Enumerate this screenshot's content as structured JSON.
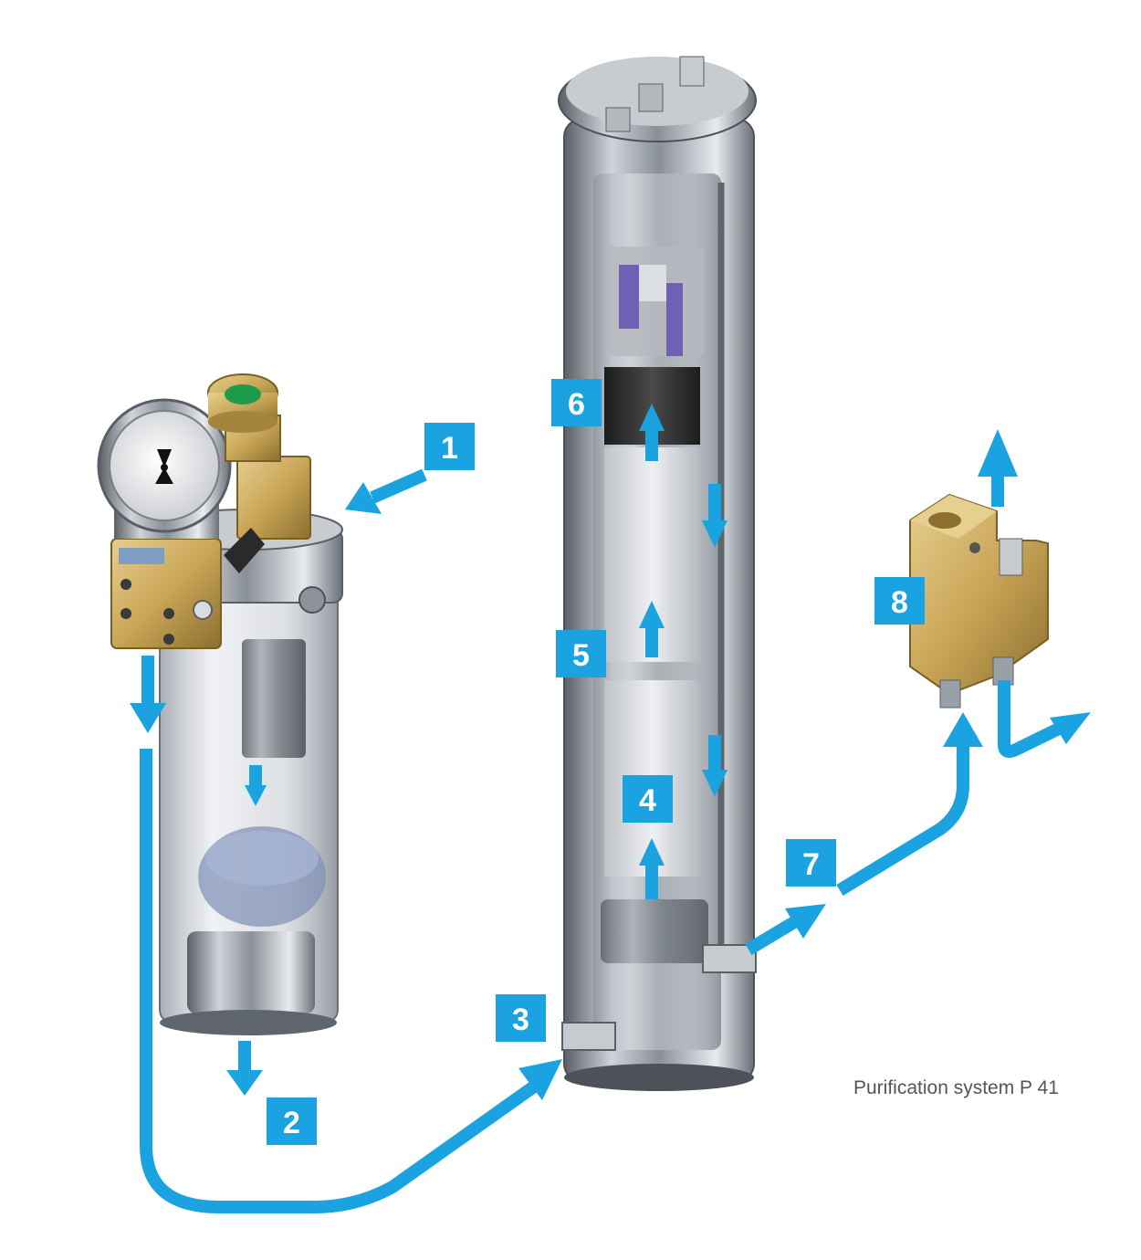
{
  "caption": "Purification system P 41",
  "colors": {
    "flow_arrow": "#1aa3e0",
    "badge": "#1aa3e0",
    "badge_text": "#ffffff",
    "steel_dark": "#6e737a",
    "steel_light": "#dde1e6",
    "brass": "#c9a657",
    "gauge_green": "#1d9a4a",
    "filter_bundle_purple": "#6f5fb5",
    "charcoal": "#2b2b2b"
  },
  "components": [
    "pre-filter-housing",
    "pressure-gauge",
    "main-filter-column",
    "back-pressure-valve-block"
  ],
  "steps": [
    {
      "label": "1"
    },
    {
      "label": "2"
    },
    {
      "label": "3"
    },
    {
      "label": "4"
    },
    {
      "label": "5"
    },
    {
      "label": "6"
    },
    {
      "label": "7"
    },
    {
      "label": "8"
    }
  ]
}
